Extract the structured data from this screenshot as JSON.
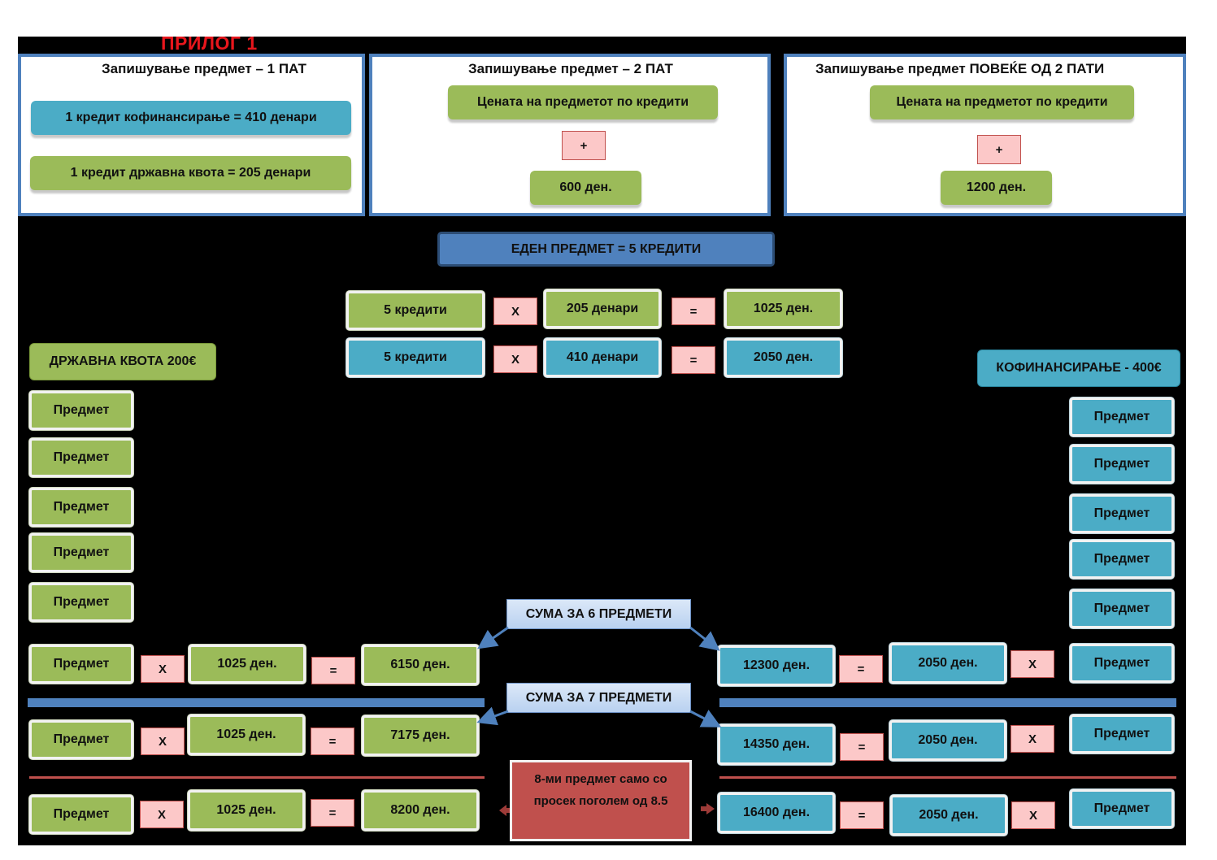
{
  "title": "ПРИЛОГ 1",
  "panels": {
    "once": {
      "title": "Запишување предмет – 1 ПАТ",
      "cofinancing": "1 кредит кофинансирање = 410 денари",
      "state_quota": "1 кредит државна квота = 205 денари"
    },
    "twice": {
      "title": "Запишување предмет – 2 ПАТ",
      "price": "Цената на предметот по кредити",
      "plus": "+",
      "amount": "600 ден."
    },
    "more": {
      "title": "Запишување предмет ПОВЕЌЕ ОД 2 ПАТИ",
      "price": "Цената на предметот по кредити",
      "plus": "+",
      "amount": "1200 ден."
    }
  },
  "one_subject": "ЕДЕН ПРЕДМЕТ = 5 КРЕДИТИ",
  "calc": {
    "row1": {
      "credits": "5 кредити",
      "times": "X",
      "rate": "205 денари",
      "eq": "=",
      "result": "1025 ден."
    },
    "row2": {
      "credits": "5 кредити",
      "times": "X",
      "rate": "410 денари",
      "eq": "=",
      "result": "2050 ден."
    }
  },
  "state_header": "ДРЖАВНА КВОТА 200€",
  "cofin_header": "КОФИНАНСИРАЊЕ - 400€",
  "subject": "Предмет",
  "sum6": "СУМА ЗА 6 ПРЕДМЕТИ",
  "sum7": "СУМА ЗА 7 ПРЕДМЕТИ",
  "eighth_note": "8-ми предмет само со просек поголем од 8.5",
  "left_rows": [
    {
      "subject": "Предмет",
      "times": "X",
      "price": "1025 ден.",
      "eq": "=",
      "total": "6150 ден."
    },
    {
      "subject": "Предмет",
      "times": "X",
      "price": "1025 ден.",
      "eq": "=",
      "total": "7175 ден."
    },
    {
      "subject": "Предмет",
      "times": "X",
      "price": "1025 ден.",
      "eq": "=",
      "total": "8200 ден."
    }
  ],
  "right_rows": [
    {
      "total": "12300 ден.",
      "eq": "=",
      "price": "2050 ден.",
      "times": "X",
      "subject": "Предмет"
    },
    {
      "total": "14350 ден.",
      "eq": "=",
      "price": "2050 ден.",
      "times": "X",
      "subject": "Предмет"
    },
    {
      "total": "16400 ден.",
      "eq": "=",
      "price": "2050 ден.",
      "times": "X",
      "subject": "Предмет"
    }
  ],
  "colors": {
    "green": "#9bbb59",
    "blue": "#4bacc6",
    "red": "#c0504d",
    "steel": "#4f81bd",
    "pink": "#fcc8c8"
  }
}
